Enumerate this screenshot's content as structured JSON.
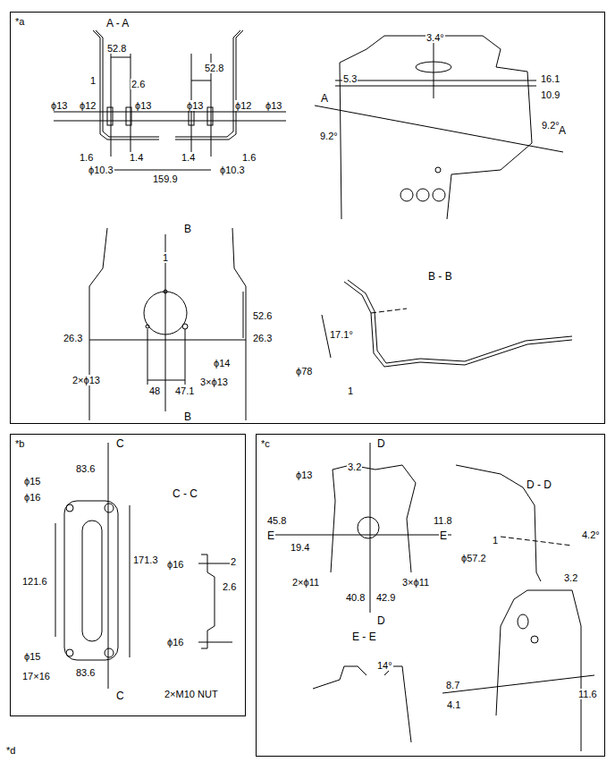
{
  "diagram": {
    "nodes": [
      {
        "text": [
          "*a"
        ]
      },
      {
        "text": [
          "*b"
        ]
      },
      {
        "text": [
          "*c"
        ]
      }
    ],
    "labels": [
      "A - A",
      "52.8",
      "1",
      "2.6",
      "ϕ13",
      "ϕ12",
      "ϕ13",
      "52.8",
      "ϕ13",
      "ϕ12",
      "ϕ13",
      "1.6",
      "1.4",
      "1.4",
      "1.6",
      "ϕ10.3",
      "ϕ10.3",
      "159.9",
      "3.4°",
      "5.3",
      "16.1",
      "10.9",
      "A",
      "9.2°",
      "9.2°",
      "A",
      "B",
      "1",
      "52.6",
      "26.3",
      "26.3",
      "ϕ14",
      "2×ϕ13",
      "3×ϕ13",
      "48",
      "47.1",
      "B",
      "B - B",
      "17.1°",
      "ϕ78",
      "1",
      "C",
      "ϕ15",
      "83.6",
      "ϕ16",
      "121.6",
      "171.3",
      "ϕ15",
      "17×16",
      "83.6",
      "C",
      "C - C",
      "ϕ16",
      "2",
      "2.6",
      "ϕ16",
      "2×M10 NUT",
      "D",
      "3.2",
      "ϕ13",
      "D - D",
      "45.8",
      "11.8",
      "E",
      "E",
      "19.4",
      "2×ϕ11",
      "3×ϕ11",
      "40.8",
      "42.9",
      "D",
      "1",
      "4.2°",
      "ϕ57.2",
      "3.2",
      "E - E",
      "14°",
      "8.7",
      "4.1",
      "11.6",
      "*d"
    ]
  }
}
